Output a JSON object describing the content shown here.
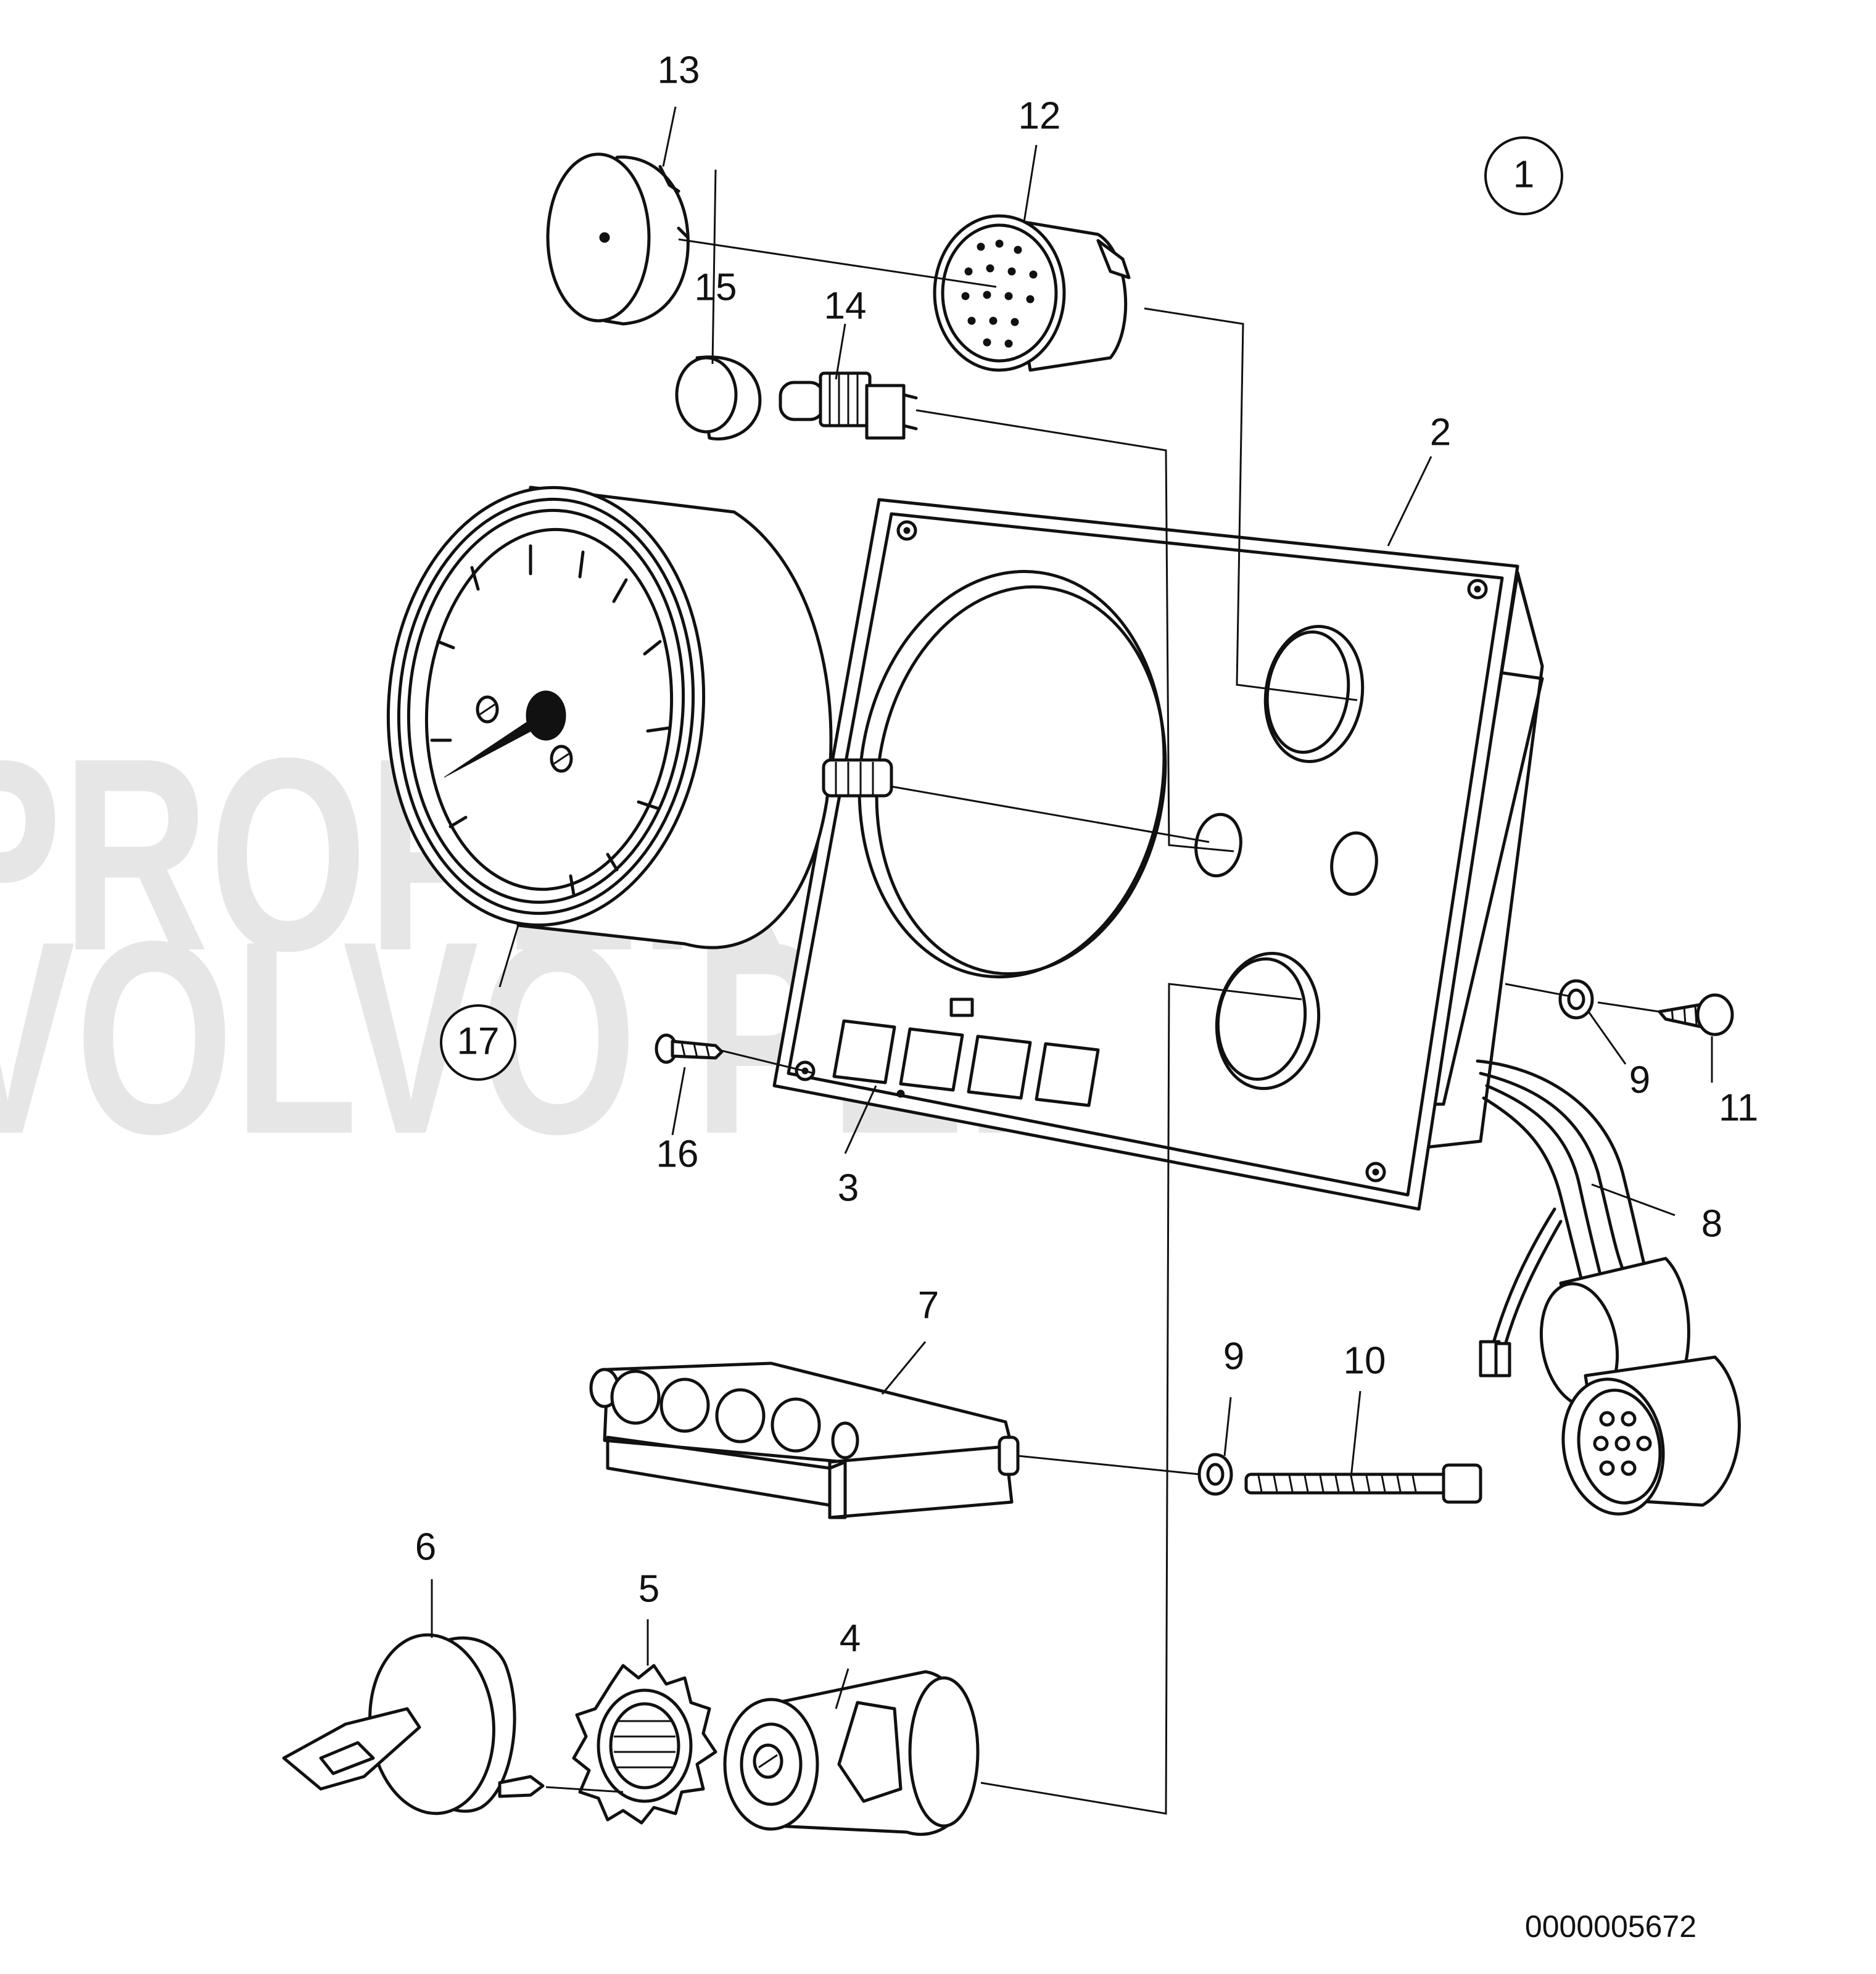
{
  "watermark": {
    "line1": "PROPERTY OF",
    "line2": "VOLVO PENTA"
  },
  "drawing_number": "0000005672",
  "group_callout": "1",
  "callouts": {
    "c2": "2",
    "c3": "3",
    "c4": "4",
    "c5": "5",
    "c6": "6",
    "c7": "7",
    "c8": "8",
    "c9a": "9",
    "c9b": "9",
    "c10": "10",
    "c11": "11",
    "c12": "12",
    "c13": "13",
    "c14": "14",
    "c15": "15",
    "c16": "16",
    "c17": "17"
  }
}
